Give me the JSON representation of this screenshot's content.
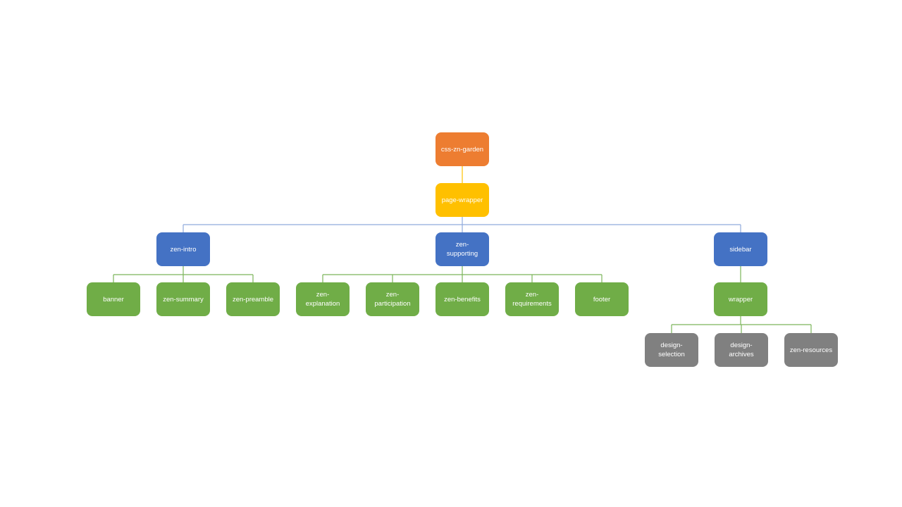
{
  "diagram": {
    "type": "org-chart-hierarchy",
    "background": "#ffffff",
    "palette": {
      "root": "#ED7D31",
      "wrapper": "#FFC000",
      "section": "#4472C4",
      "content": "#70AD47",
      "leaf": "#808080"
    },
    "text_color": "#ffffff",
    "nodes": [
      {
        "id": "css-zn-garden",
        "label": "css-zn-garden",
        "role": "root",
        "parent": null
      },
      {
        "id": "page-wrapper",
        "label": "page-wrapper",
        "role": "wrapper",
        "parent": "css-zn-garden"
      },
      {
        "id": "zen-intro",
        "label": "zen-intro",
        "role": "section",
        "parent": "page-wrapper"
      },
      {
        "id": "zen-supporting",
        "label": "zen-\nsupporting",
        "role": "section",
        "parent": "page-wrapper"
      },
      {
        "id": "sidebar",
        "label": "sidebar",
        "role": "section",
        "parent": "page-wrapper"
      },
      {
        "id": "banner",
        "label": "banner",
        "role": "content",
        "parent": "zen-intro"
      },
      {
        "id": "zen-summary",
        "label": "zen-summary",
        "role": "content",
        "parent": "zen-intro"
      },
      {
        "id": "zen-preamble",
        "label": "zen-preamble",
        "role": "content",
        "parent": "zen-intro"
      },
      {
        "id": "zen-explanation",
        "label": "zen-\nexplanation",
        "role": "content",
        "parent": "zen-supporting"
      },
      {
        "id": "zen-participation",
        "label": "zen-\nparticipation",
        "role": "content",
        "parent": "zen-supporting"
      },
      {
        "id": "zen-benefits",
        "label": "zen-benefits",
        "role": "content",
        "parent": "zen-supporting"
      },
      {
        "id": "zen-requirements",
        "label": "zen-\nrequirements",
        "role": "content",
        "parent": "zen-supporting"
      },
      {
        "id": "footer",
        "label": "footer",
        "role": "content",
        "parent": "zen-supporting"
      },
      {
        "id": "wrapper",
        "label": "wrapper",
        "role": "content",
        "parent": "sidebar"
      },
      {
        "id": "design-selection",
        "label": "design-\nselection",
        "role": "leaf",
        "parent": "wrapper"
      },
      {
        "id": "design-archives",
        "label": "design-\narchives",
        "role": "leaf",
        "parent": "wrapper"
      },
      {
        "id": "zen-resources",
        "label": "zen-resources",
        "role": "leaf",
        "parent": "wrapper"
      }
    ],
    "connectors": [
      {
        "from": "css-zn-garden",
        "color": "#FFC000"
      },
      {
        "from": "page-wrapper",
        "color": "#8FAADC"
      },
      {
        "from": "zen-intro",
        "color": "#7CB55A"
      },
      {
        "from": "zen-supporting",
        "color": "#7CB55A"
      },
      {
        "from": "sidebar",
        "color": "#7CB55A"
      },
      {
        "from": "wrapper",
        "color": "#7CB55A"
      }
    ]
  }
}
